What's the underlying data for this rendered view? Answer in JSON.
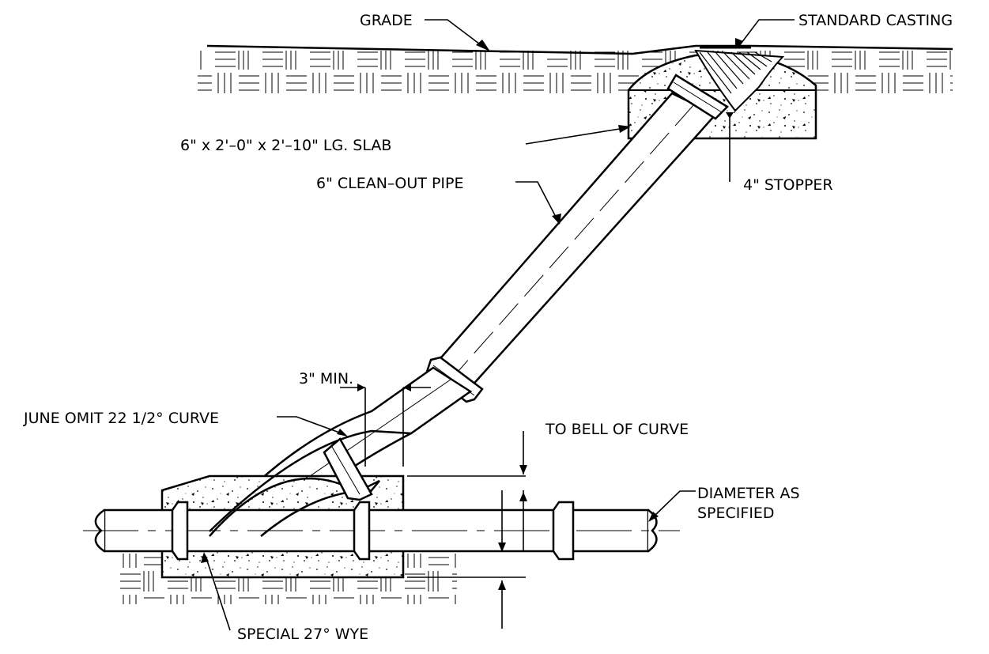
{
  "labels": {
    "grade": "GRADE",
    "standard_casting": "STANDARD CASTING",
    "slab": "6\" x 2'–0\" x 2'–10\" LG. SLAB",
    "stopper": "4\" STOPPER",
    "cleanout_pipe": "6\" CLEAN–OUT PIPE",
    "min_clearance": "3\" MIN.",
    "curve": "JUNE OMIT 22 1/2° CURVE",
    "bell_of_curve": "TO BELL OF CURVE",
    "diameter_line1": "DIAMETER AS",
    "diameter_line2": "SPECIFIED",
    "wye": "SPECIAL 27° WYE"
  }
}
